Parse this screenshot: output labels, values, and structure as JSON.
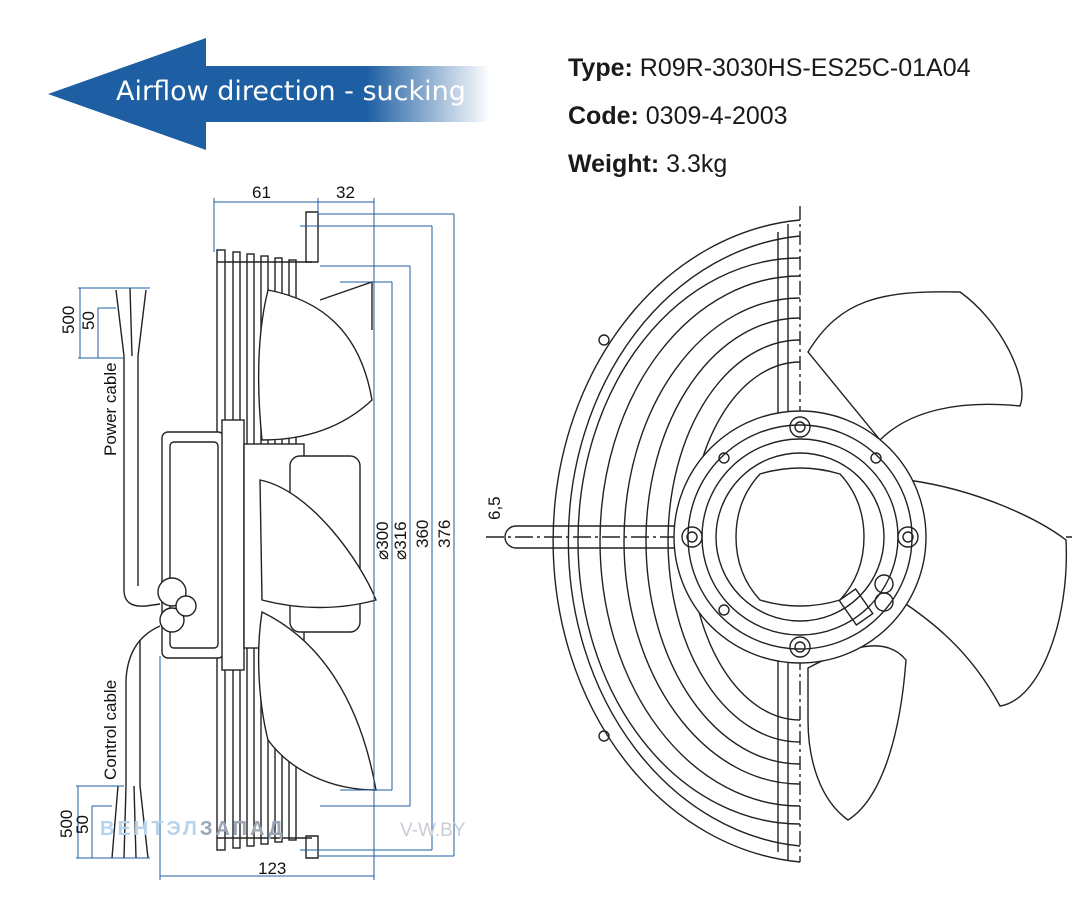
{
  "arrow": {
    "label": "Airflow direction - sucking",
    "color": "#1e5fa3"
  },
  "info": {
    "type_key": "Type:",
    "type_val": "R09R-3030HS-ES25C-01A04",
    "code_key": "Code:",
    "code_val": "0309-4-2003",
    "weight_key": "Weight:",
    "weight_val": "3.3kg"
  },
  "dims": {
    "d61": "61",
    "d32": "32",
    "d123": "123",
    "d300": "⌀300",
    "d316": "⌀316",
    "d360": "360",
    "d376": "376",
    "d6_5": "6,5"
  },
  "cables": {
    "power_label": "Power cable",
    "control_label": "Control cable",
    "p500": "500",
    "p50": "50",
    "c500": "500",
    "c50": "50"
  },
  "watermark": {
    "brand_a": "ВЕНТЭЛ",
    "brand_b": "ЗАПАД",
    "site": "V-W.BY"
  }
}
